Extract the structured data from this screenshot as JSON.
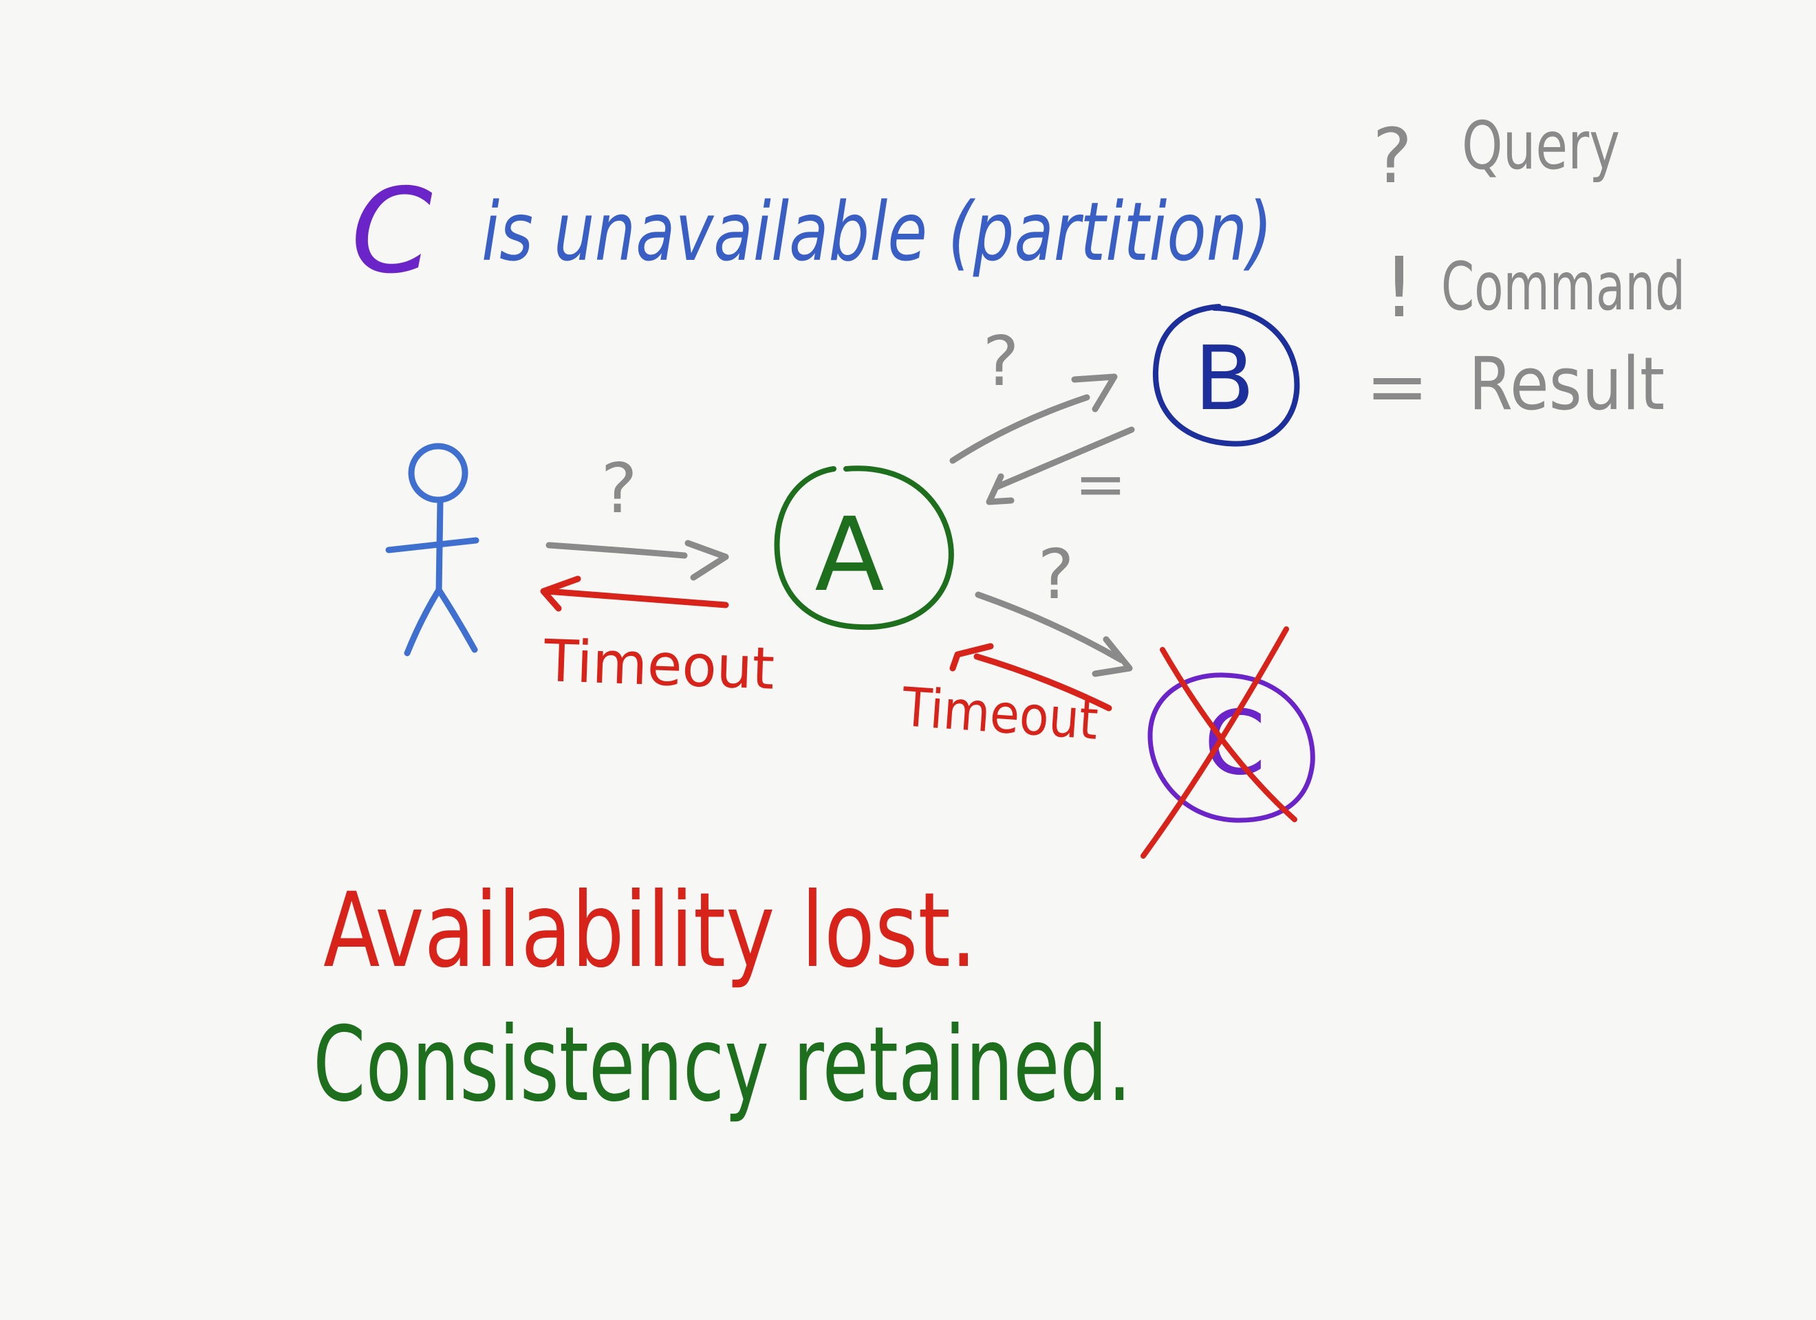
{
  "title": {
    "letter": "C",
    "text": "is unavailable (partition)"
  },
  "legend": [
    {
      "symbol": "?",
      "label": "Query"
    },
    {
      "symbol": "!",
      "label": "Command"
    },
    {
      "symbol": "=",
      "label": "Result"
    }
  ],
  "nodes": {
    "a": "A",
    "b": "B",
    "c": "C"
  },
  "messages": {
    "user_to_a": "?",
    "a_to_b": "?",
    "b_to_a": "=",
    "a_to_c": "?",
    "timeout_user": "Timeout",
    "timeout_c": "Timeout"
  },
  "conclusions": {
    "availability": "Availability lost.",
    "consistency": "Consistency retained."
  },
  "colors": {
    "background": "#f7f7f6",
    "title_blue": "#3a5fc4",
    "purple": "#6a24c8",
    "green": "#1d6e1d",
    "navy": "#1c2f9a",
    "gray": "#8a8a8a",
    "red": "#d8231a",
    "user_blue": "#3f6fcf"
  }
}
